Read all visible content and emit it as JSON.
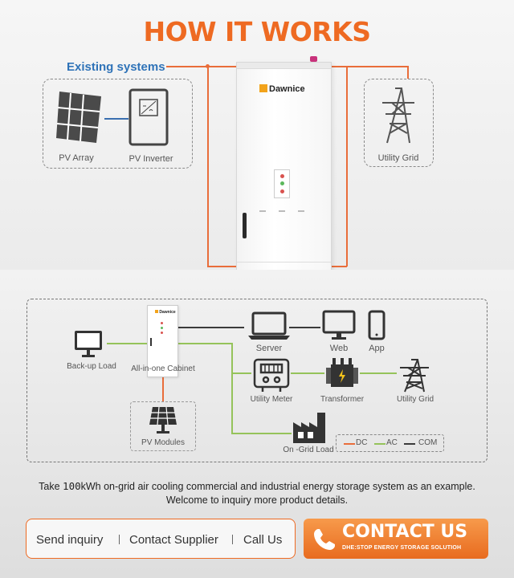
{
  "header": {
    "title": "HOW IT WORKS"
  },
  "existing_systems": {
    "title": "Existing systems",
    "pv_array": "PV Array",
    "pv_inverter": "PV Inverter",
    "utility_grid": "Utility Grid"
  },
  "cabinet": {
    "brand": "Dawnice"
  },
  "diagram": {
    "backup_load": "Back-up Load",
    "cabinet": "All-in-one Cabinet",
    "pv_modules": "PV Modules",
    "server": "Server",
    "web": "Web",
    "app": "App",
    "utility_meter": "Utility Meter",
    "transformer": "Transformer",
    "utility_grid": "Utility Grid",
    "on_grid_load": "On -Grid Load",
    "legend": [
      {
        "label": "DC",
        "color": "#e96d3a"
      },
      {
        "label": "AC",
        "color": "#95c35a"
      },
      {
        "label": "COM",
        "color": "#3a3a3a"
      }
    ]
  },
  "note": {
    "line1_pre": "Take ",
    "capacity": "100",
    "line1_post": "kWh on-grid air cooling commercial and industrial energy storage system as an example.",
    "line2": "Welcome to inquiry more product details."
  },
  "actions": {
    "send_inquiry": "Send inquiry",
    "separator": "|",
    "contact_supplier": "Contact Supplier",
    "call_us": "Call Us"
  },
  "contact": {
    "label": "CONTACT US",
    "tagline": "DHE:STOP ENERGY STORAGE SOLUTIOH"
  },
  "colors": {
    "accent": "#ee6a22",
    "blue": "#2f73b8",
    "dc": "#e96d3a",
    "ac": "#95c35a",
    "com": "#3a3a3a"
  }
}
